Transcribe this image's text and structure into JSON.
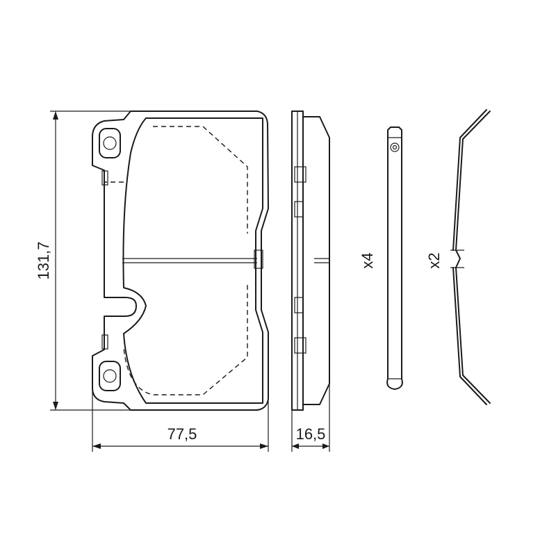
{
  "dimensions": {
    "height": "131,7",
    "width": "77,5",
    "thickness": "16,5"
  },
  "quantities": {
    "pins": "x4",
    "springs": "x2"
  },
  "colors": {
    "line": "#1a1a1a",
    "background": "#ffffff"
  }
}
